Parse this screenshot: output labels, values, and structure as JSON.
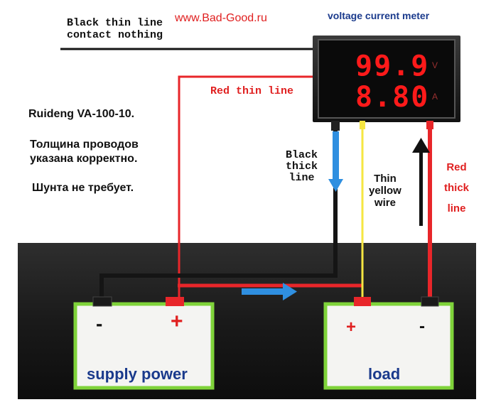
{
  "header": {
    "black_thin_line_label": [
      "Black thin line",
      "contact nothing"
    ],
    "website": "www.Bad-Good.ru",
    "meter_title": "voltage  current meter"
  },
  "meter": {
    "voltage_reading": "99.9",
    "current_reading": "8.80",
    "voltage_unit": "V",
    "current_unit": "A"
  },
  "notes": {
    "model": "Ruideng VA-100-10.",
    "wire_note": [
      "Толщина проводов",
      "указана корректно."
    ],
    "shunt_note": "Шунта не требует."
  },
  "wires": {
    "red_thin": "Red thin line",
    "black_thick": [
      "Black",
      "thick",
      "line"
    ],
    "thin_yellow": [
      "Thin",
      "yellow",
      "wire"
    ],
    "red_thick": [
      "Red",
      "thick",
      "line"
    ]
  },
  "supply": {
    "label": "supply power",
    "minus": "-",
    "plus": "+"
  },
  "load": {
    "label": "load",
    "plus": "+",
    "minus": "-"
  },
  "colors": {
    "red_wire": "#e8262a",
    "black_wire": "#151515",
    "yellow_wire": "#f5e642",
    "blue_arrow": "#2f8fe0",
    "battery_fill": "#f4f4f2",
    "battery_border": "#7fd33a",
    "backdrop": "#1c1c1c",
    "display_red": "#ff1a1a"
  }
}
